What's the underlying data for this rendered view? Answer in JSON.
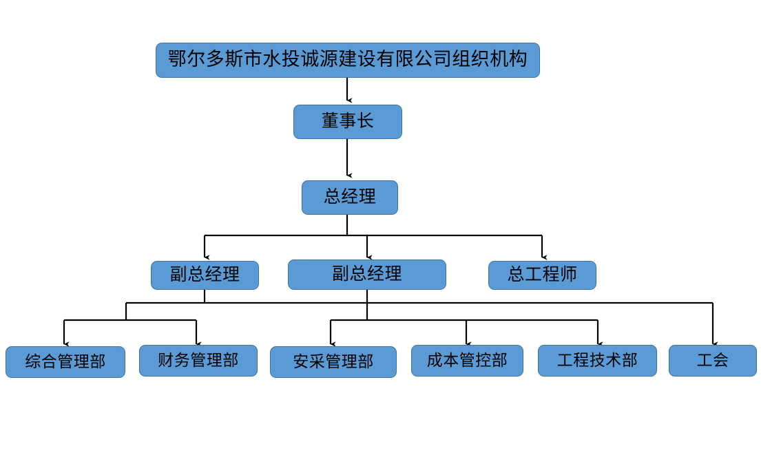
{
  "chart_data": {
    "type": "diagram",
    "diagram_type": "organization-chart",
    "title": "鄂尔多斯市水投诚源建设有限公司组织机构",
    "orientation": "top-down",
    "box_fill_color": "#5B9BD5",
    "box_border_color": "#41719C",
    "connector_color": "#000000",
    "text_color": "#000000",
    "background_color": "#FFFFFF",
    "levels": [
      {
        "level": 0,
        "nodes": [
          "鄂尔多斯市水投诚源建设有限公司组织机构"
        ]
      },
      {
        "level": 1,
        "nodes": [
          "董事长"
        ]
      },
      {
        "level": 2,
        "nodes": [
          "总经理"
        ]
      },
      {
        "level": 3,
        "nodes": [
          "副总经理",
          "副总经理",
          "总工程师"
        ]
      },
      {
        "level": 4,
        "nodes": [
          "综合管理部",
          "财务管理部",
          "安采管理部",
          "成本管控部",
          "工程技术部",
          "工会"
        ]
      }
    ],
    "edges": [
      {
        "from": "鄂尔多斯市水投诚源建设有限公司组织机构",
        "to": "董事长"
      },
      {
        "from": "董事长",
        "to": "总经理"
      },
      {
        "from": "总经理",
        "to": "副总经理(左)"
      },
      {
        "from": "总经理",
        "to": "副总经理(中)"
      },
      {
        "from": "总经理",
        "to": "总工程师"
      },
      {
        "from": "副总经理(左)",
        "to": "综合管理部"
      },
      {
        "from": "副总经理(左)",
        "to": "财务管理部"
      },
      {
        "from": "副总经理(中)",
        "to": "安采管理部"
      },
      {
        "from": "副总经理(中)",
        "to": "成本管控部"
      },
      {
        "from": "副总经理(中)",
        "to": "工程技术部"
      },
      {
        "from": "副总经理(中)",
        "to": "工会"
      }
    ]
  },
  "nodes": {
    "title": {
      "label": "鄂尔多斯市水投诚源建设有限公司组织机构"
    },
    "chairman": {
      "label": "董事长"
    },
    "general_manager": {
      "label": "总经理"
    },
    "deputy_gm_left": {
      "label": "副总经理"
    },
    "deputy_gm_mid": {
      "label": "副总经理"
    },
    "chief_engineer": {
      "label": "总工程师"
    },
    "dept_general_admin": {
      "label": "综合管理部"
    },
    "dept_finance": {
      "label": "财务管理部"
    },
    "dept_safety_procurement": {
      "label": "安采管理部"
    },
    "dept_cost_control": {
      "label": "成本管控部"
    },
    "dept_engineering_tech": {
      "label": "工程技术部"
    },
    "dept_union": {
      "label": "工会"
    }
  }
}
